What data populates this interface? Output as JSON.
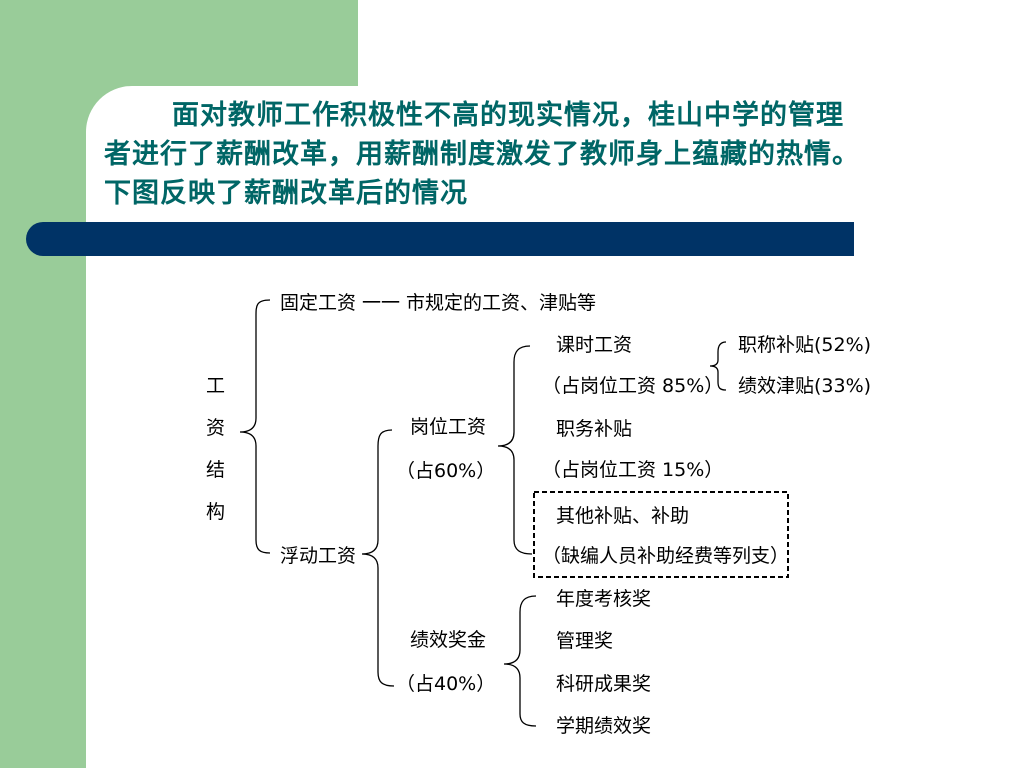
{
  "intro_text": "面对教师工作积极性不高的现实情况，桂山中学的管理者进行了薪酬改革，用薪酬制度激发了教师身上蕴藏的热情。下图反映了薪酬改革后的情况",
  "diagram": {
    "root": "工资结构",
    "fixed_wage": "固定工资",
    "fixed_connector": "一一",
    "fixed_detail": "市规定的工资、津贴等",
    "floating_wage": "浮动工资",
    "post_wage": "岗位工资",
    "post_share": "（占60%）",
    "class_wage": "课时工资",
    "class_share": "（占岗位工资 85%）",
    "title_allowance": "职称补贴(52%)",
    "merit_allowance": "绩效津贴(33%)",
    "duty_allowance": "职务补贴",
    "duty_share": "（占岗位工资 15%）",
    "other_allowance": "其他补贴、补助",
    "other_note": "（缺编人员补助经费等列支）",
    "bonus": "绩效奖金",
    "bonus_share": "（占40%）",
    "bonus_items": [
      "年度考核奖",
      "管理奖",
      "科研成果奖",
      "学期绩效奖"
    ]
  },
  "colors": {
    "green": "#99cc99",
    "navy": "#003366",
    "teal_text": "#006666"
  }
}
